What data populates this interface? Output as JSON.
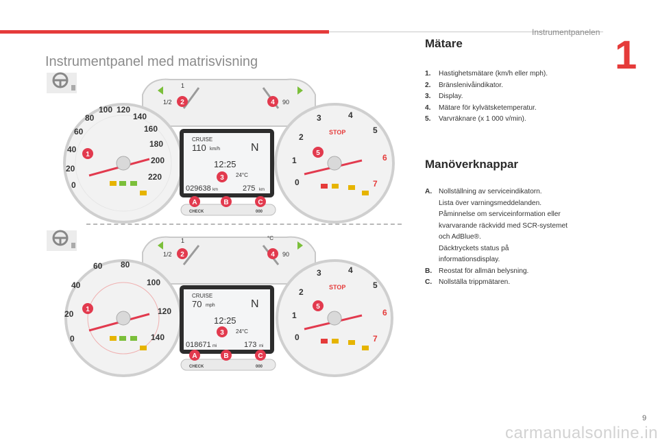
{
  "header": {
    "chapter_title": "Instrumentpanelen",
    "chapter_number": "1"
  },
  "page_title": "Instrumentpanel med matrisvisning",
  "gauges": {
    "heading": "Mätare",
    "items": [
      {
        "num": "1.",
        "text": "Hastighetsmätare (km/h eller mph)."
      },
      {
        "num": "2.",
        "text": "Bränslenivåindikator."
      },
      {
        "num": "3.",
        "text": "Display."
      },
      {
        "num": "4.",
        "text": "Mätare för kylvätsketemperatur."
      },
      {
        "num": "5.",
        "text": "Varvräknare (x 1 000 v/min)."
      }
    ]
  },
  "controls": {
    "heading": "Manöverknappar",
    "a_label": "A.",
    "a_lines": [
      "Nollställning av serviceindikatorn.",
      "Lista över varningsmeddelanden.",
      "Påminnelse om serviceinformation eller",
      "kvarvarande räckvidd med SCR-systemet",
      "och AdBlue®.",
      "Däcktryckets status på",
      "informationsdisplay."
    ],
    "b_label": "B.",
    "b_text": "Reostat för allmän belysning.",
    "c_label": "C.",
    "c_text": "Nollställa trippmätaren."
  },
  "dash_top": {
    "speed_ticks": [
      "0",
      "20",
      "40",
      "60",
      "80",
      "100",
      "120",
      "140",
      "160",
      "180",
      "200",
      "220"
    ],
    "cruise": "CRUISE",
    "speed": "110",
    "speed_unit": "km/h",
    "gear": "N",
    "time": "12:25",
    "temp": "24°C",
    "odo": "029638",
    "odo_unit": "km",
    "range": "275",
    "range_unit": "km",
    "fuel_half": "1/2",
    "fuel_1": "1",
    "temp_90": "90"
  },
  "dash_bottom": {
    "speed_ticks": [
      "0",
      "20",
      "40",
      "60",
      "80",
      "100",
      "120",
      "140"
    ],
    "cruise": "CRUISE",
    "speed": "70",
    "speed_unit": "mph",
    "gear": "N",
    "time": "12:25",
    "temp": "24°C",
    "odo": "018671",
    "odo_unit": "mi",
    "range": "173",
    "range_unit": "mi",
    "fuel_half": "1/2",
    "fuel_1": "1",
    "temp_90": "90",
    "temp_c": "°C"
  },
  "rpm_ticks": [
    "0",
    "1",
    "2",
    "3",
    "4",
    "5",
    "6",
    "7"
  ],
  "stop_label": "STOP",
  "callouts": {
    "n1": "1",
    "n2": "2",
    "n3": "3",
    "n4": "4",
    "n5": "5",
    "a": "A",
    "b": "B",
    "c": "C"
  },
  "buttons": {
    "check": "CHECK",
    "zero": "000"
  },
  "colors": {
    "accent": "#e53b3a",
    "callout": "#e23a4e",
    "lcd": "#f4f5f6"
  },
  "watermark": "carmanualsonline.info",
  "page_number": "9"
}
